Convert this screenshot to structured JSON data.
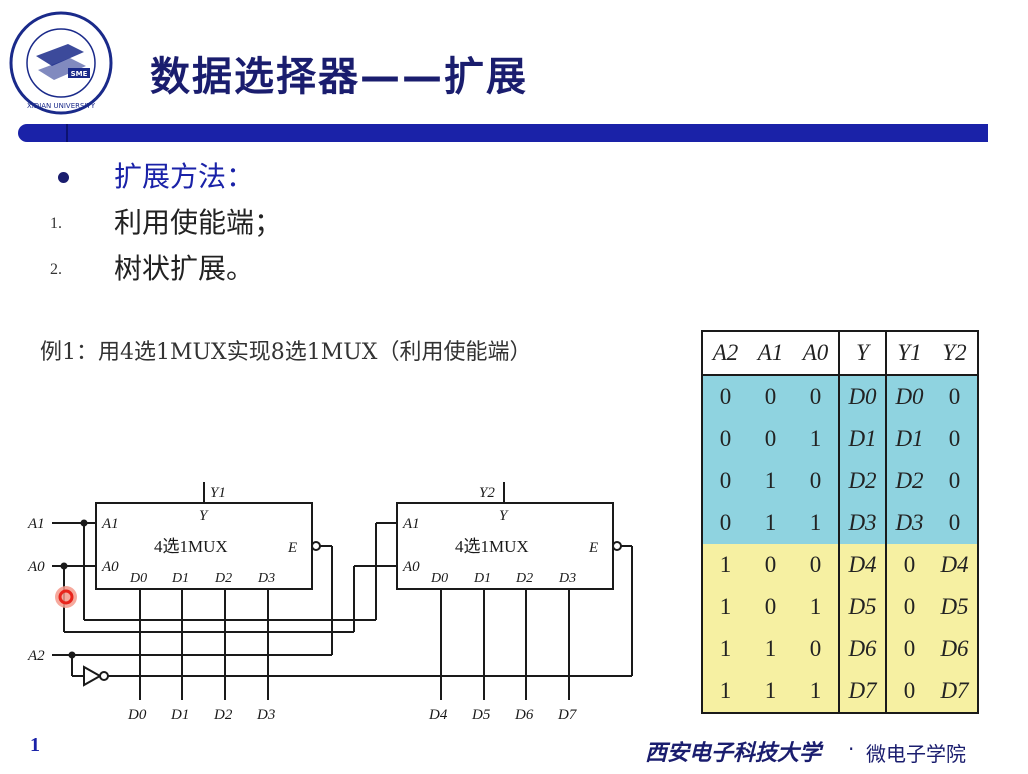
{
  "header": {
    "title": "数据选择器——扩展",
    "logo_text": "XIDIAN UNIVERSITY",
    "logo_badge": "SME"
  },
  "bullets": [
    {
      "marker": "●",
      "text": "扩展方法："
    },
    {
      "marker": "1.",
      "text": "利用使能端；"
    },
    {
      "marker": "2.",
      "text": "树状扩展。"
    }
  ],
  "example": "例1：用4选1MUX实现8选1MUX（利用使能端）",
  "circuit": {
    "mux_label": "4选1MUX",
    "mux1_output": "Y1",
    "mux2_output": "Y2",
    "mux1_inputs": [
      "D0",
      "D1",
      "D2",
      "D3"
    ],
    "mux2_inputs": [
      "D4",
      "D5",
      "D6",
      "D7"
    ],
    "select_inputs": [
      "A1",
      "A0",
      "A2"
    ],
    "enable_label": "E",
    "output_label": "Y"
  },
  "truth_table": {
    "headers": [
      "A2",
      "A1",
      "A0",
      "Y",
      "Y1",
      "Y2"
    ],
    "rows": [
      [
        "0",
        "0",
        "0",
        "D0",
        "D0",
        "0"
      ],
      [
        "0",
        "0",
        "1",
        "D1",
        "D1",
        "0"
      ],
      [
        "0",
        "1",
        "0",
        "D2",
        "D2",
        "0"
      ],
      [
        "0",
        "1",
        "1",
        "D3",
        "D3",
        "0"
      ],
      [
        "1",
        "0",
        "0",
        "D4",
        "0",
        "D4"
      ],
      [
        "1",
        "0",
        "1",
        "D5",
        "0",
        "D5"
      ],
      [
        "1",
        "1",
        "0",
        "D6",
        "0",
        "D6"
      ],
      [
        "1",
        "1",
        "1",
        "D7",
        "0",
        "D7"
      ]
    ],
    "colors": {
      "upper": "#8fd3e0",
      "lower": "#f6f0a2"
    }
  },
  "footer": {
    "page_number": "1",
    "university": "西安电子科技大学",
    "separator": "·",
    "department": "微电子学院"
  },
  "colors": {
    "title": "#1a1d6e",
    "bar": "#1a22a8",
    "pointer": "#e8241c"
  }
}
